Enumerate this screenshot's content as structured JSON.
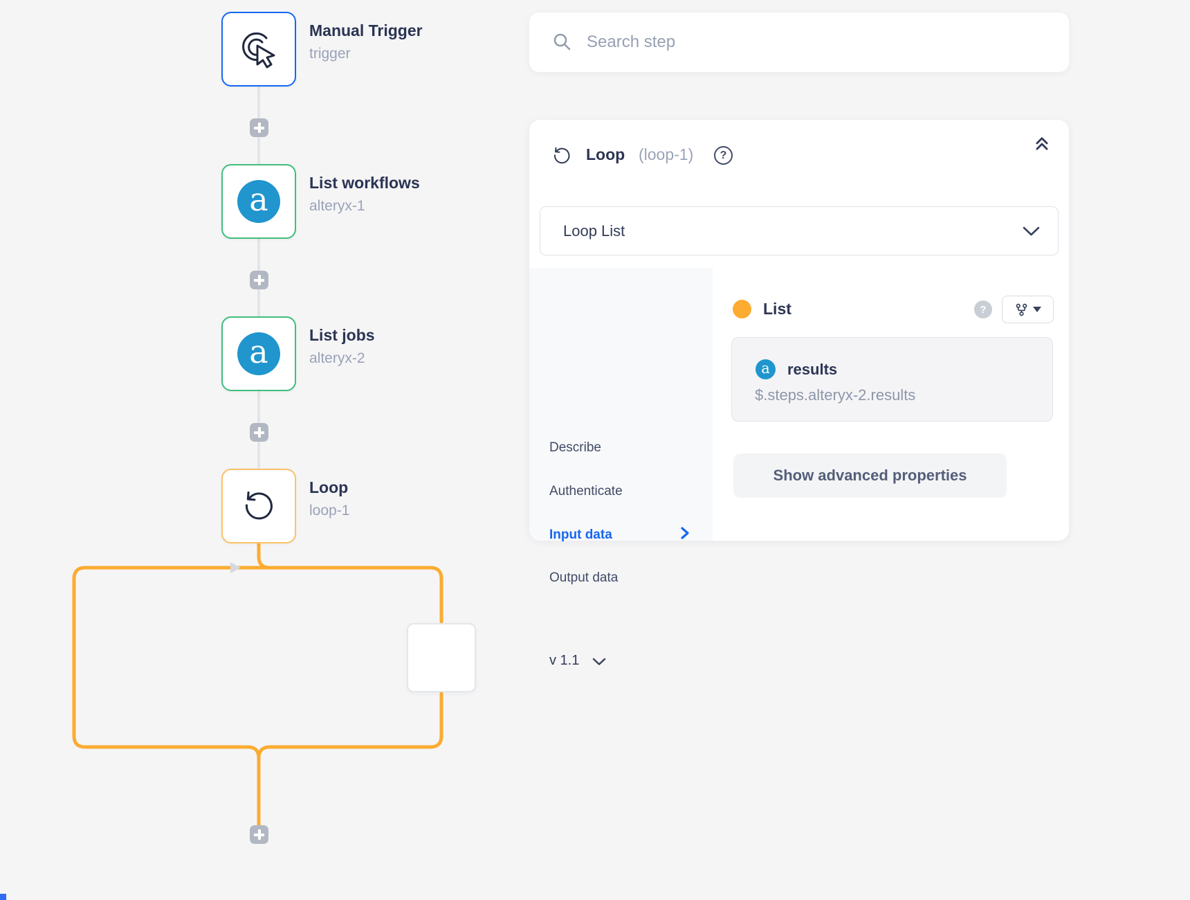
{
  "colors": {
    "background": "#f5f5f6",
    "trigger_border": "#1667f2",
    "connector_border": "#3fbe7b",
    "loop_border": "#fbc268",
    "loop_line": "#fbac31",
    "gray_line": "#e3e5e9",
    "accent_blue": "#1766f2",
    "orange_dot": "#fbac31",
    "alteryx_blue": "#2095ce"
  },
  "canvas": {
    "nodes": [
      {
        "title": "Manual Trigger",
        "subtitle": "trigger"
      },
      {
        "title": "List workflows",
        "subtitle": "alteryx-1"
      },
      {
        "title": "List jobs",
        "subtitle": "alteryx-2"
      },
      {
        "title": "Loop",
        "subtitle": "loop-1"
      }
    ],
    "alteryx_glyph": "a"
  },
  "panel": {
    "search": {
      "placeholder": "Search step"
    },
    "header": {
      "title": "Loop",
      "instance_id": "(loop-1)",
      "help_glyph": "?"
    },
    "operation": {
      "value": "Loop List"
    },
    "tabs": {
      "items": [
        "Describe",
        "Authenticate",
        "Input data",
        "Output data"
      ],
      "active": "Input data"
    },
    "version": {
      "label": "v 1.1"
    },
    "input": {
      "field_label": "List",
      "field_help_glyph": "?",
      "value_chip": {
        "source_glyph": "a",
        "name": "results",
        "jsonpath": "$.steps.alteryx-2.results"
      },
      "advanced_button": "Show advanced properties"
    }
  }
}
